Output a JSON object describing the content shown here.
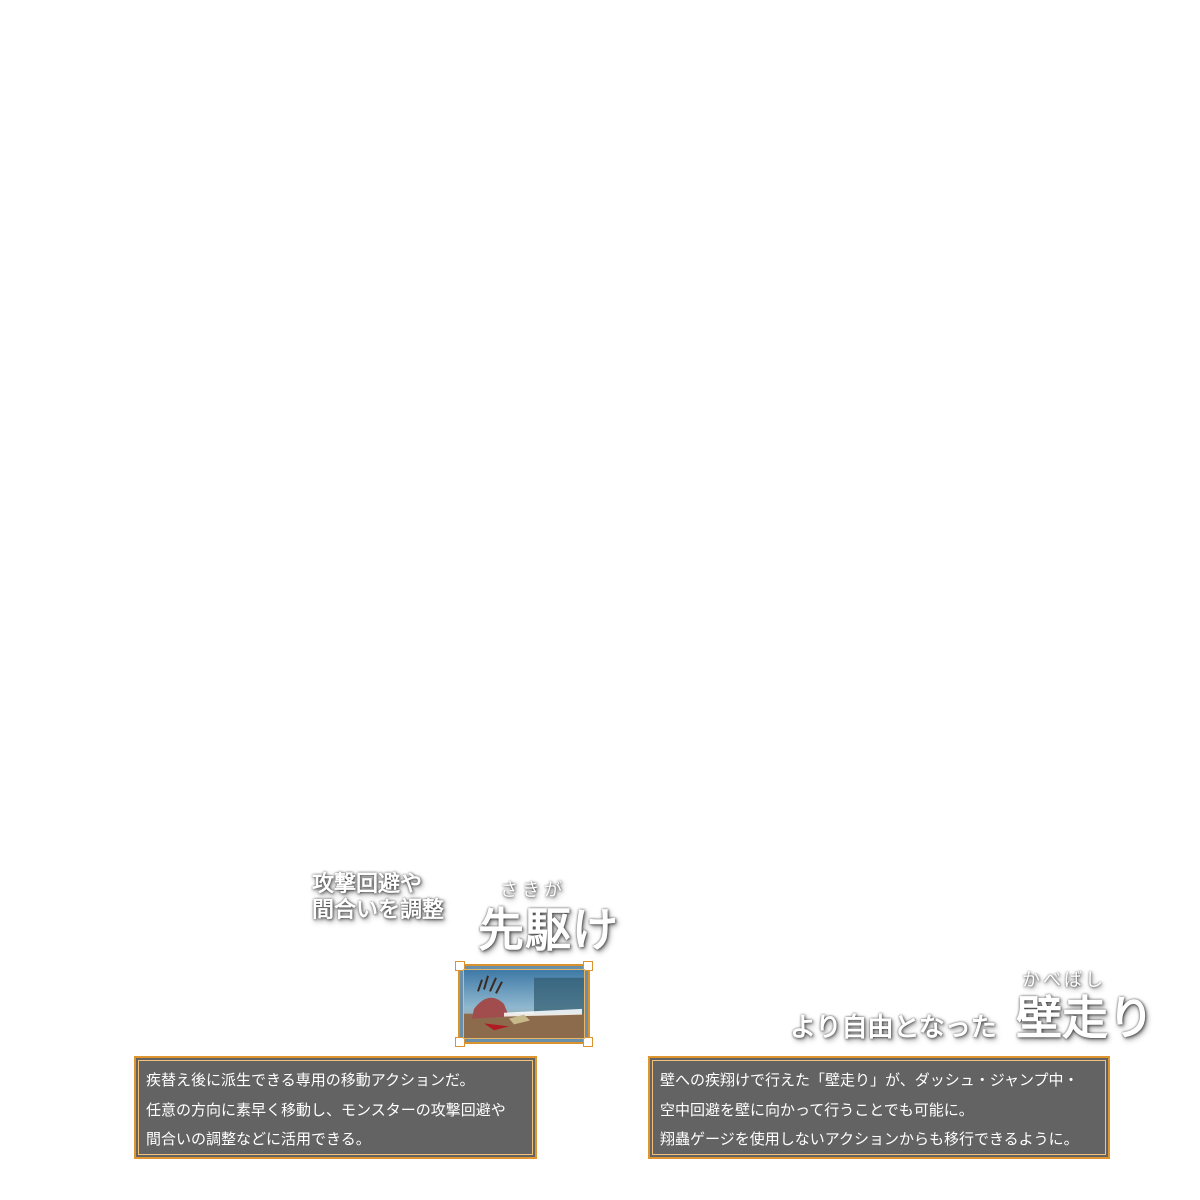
{
  "section_1": {
    "tagline_line1": "攻撃回避や",
    "tagline_line2": "間合いを調整",
    "ruby": "さきが",
    "title": "先駆け",
    "thumbnail_icon": "gameplay-screenshot-thumbnail",
    "description_lines": [
      "疾替え後に派生できる専用の移動アクションだ。",
      "任意の方向に素早く移動し、モンスターの攻撃回避や",
      "間合いの調整などに活用できる。"
    ]
  },
  "section_2": {
    "tagline": "より自由となった",
    "ruby": "かべばし",
    "title": "壁走り",
    "description_lines": [
      "壁への疾翔けで行えた「壁走り」が、ダッシュ・ジャンプ中・",
      "空中回避を壁に向かって行うことでも可能に。",
      "翔蟲ゲージを使用しないアクションからも移行できるように。"
    ]
  },
  "colors": {
    "box_background": "#636363",
    "box_border": "#e0962f",
    "title_text": "#ffffff"
  }
}
